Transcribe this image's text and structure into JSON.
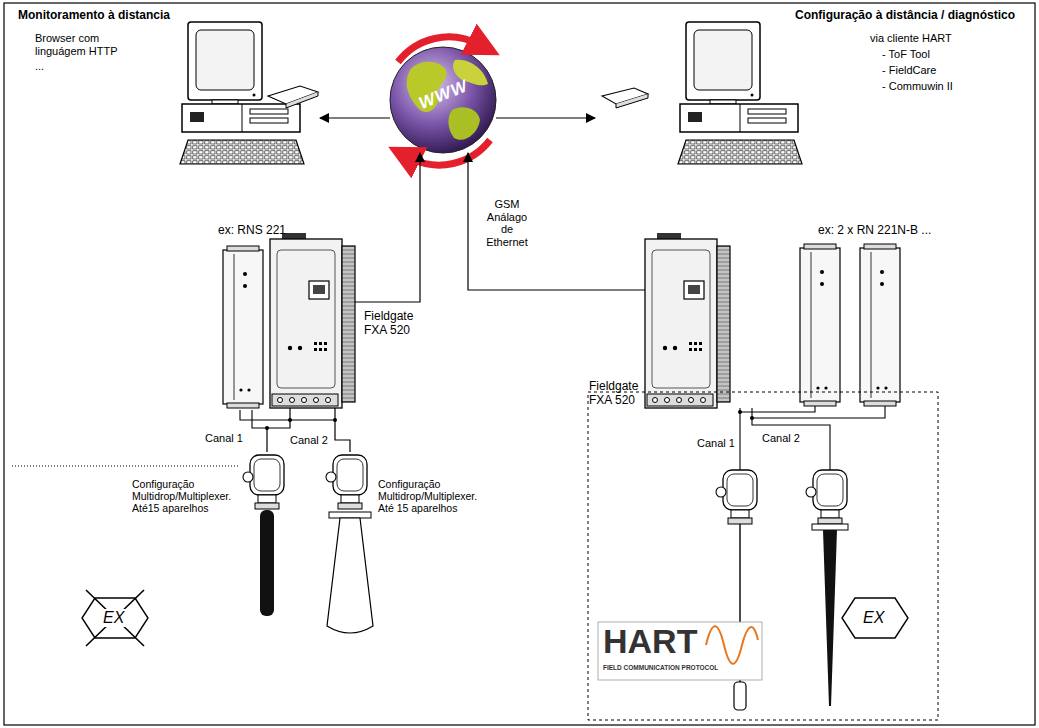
{
  "diagram": {
    "nodes": [
      {
        "text": [
          "Monitoramento à distancia",
          "Browser com linguágem HTTP",
          "..."
        ]
      },
      {
        "text": [
          "WWW"
        ]
      },
      {
        "text": [
          "Configuração à distância / diagnóstico",
          "via cliente HART",
          "- ToF Tool",
          "- FieldCare",
          "- Commuwin II"
        ]
      },
      {
        "text": [
          "Fieldgate FXA 520"
        ]
      },
      {
        "text": [
          "ex: RNS 221"
        ]
      },
      {
        "text": [
          "Fieldgate FXA 520"
        ]
      },
      {
        "text": [
          "ex: 2 x RN 221N-B ..."
        ]
      },
      {
        "text": [
          "Configuração Multidrop/Multiplexer. Até15 aparelhos"
        ]
      },
      {
        "text": [
          "Configuração Multidrop/Multiplexer. Até 15 aparelhos"
        ]
      }
    ],
    "edges": [
      {
        "from": 1,
        "to": 0,
        "arrow": "to"
      },
      {
        "from": 1,
        "to": 2,
        "arrow": "to"
      },
      {
        "from": 3,
        "to": 1,
        "arrow": "to"
      },
      {
        "from": 5,
        "to": 1,
        "arrow": "to"
      },
      {
        "from": 3,
        "to": 7,
        "arrow": "none",
        "label": "Canal 1"
      },
      {
        "from": 3,
        "to": 8,
        "arrow": "none",
        "label": "Canal 2"
      }
    ],
    "labels": [
      "GSM Análago de Ethernet",
      "Canal 1",
      "Canal 2",
      "EX",
      "EX",
      "HART",
      "FIELD COMMUNICATION PROTOCOL"
    ]
  }
}
